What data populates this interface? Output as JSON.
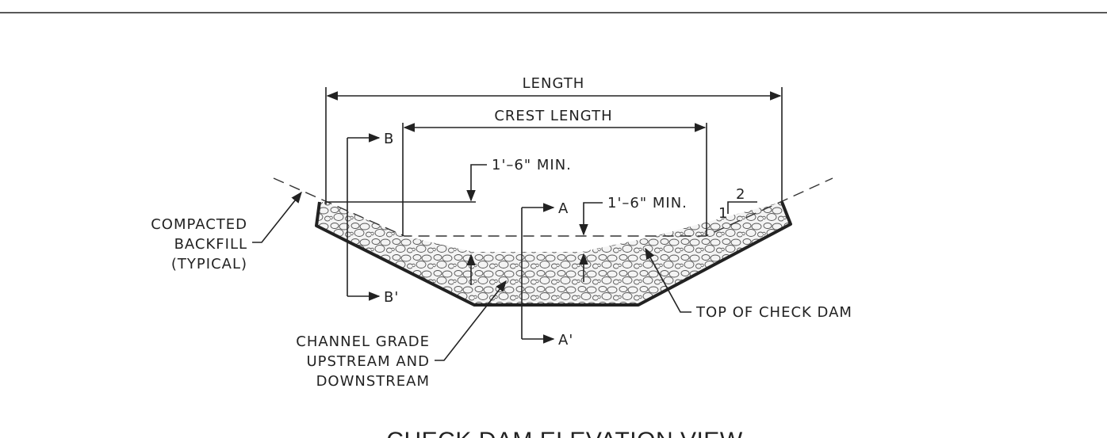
{
  "title": "CHECK DAM ELEVATION VIEW",
  "dimensions": {
    "length": "LENGTH",
    "crest_length": "CREST LENGTH",
    "depth_left": "1'–6\" MIN.",
    "depth_right": "1'–6\" MIN."
  },
  "slope": {
    "rise": "1",
    "run": "2"
  },
  "sections": {
    "a_top": "A",
    "a_bottom": "A'",
    "b_top": "B",
    "b_bottom": "B'"
  },
  "callouts": {
    "backfill": [
      "COMPACTED",
      "BACKFILL",
      "(TYPICAL)"
    ],
    "channel_grade": [
      "CHANNEL GRADE",
      "UPSTREAM AND",
      "DOWNSTREAM"
    ],
    "top_of_dam": "TOP OF CHECK DAM"
  },
  "colors": {
    "ink": "#222222",
    "background": "#ffffff"
  }
}
